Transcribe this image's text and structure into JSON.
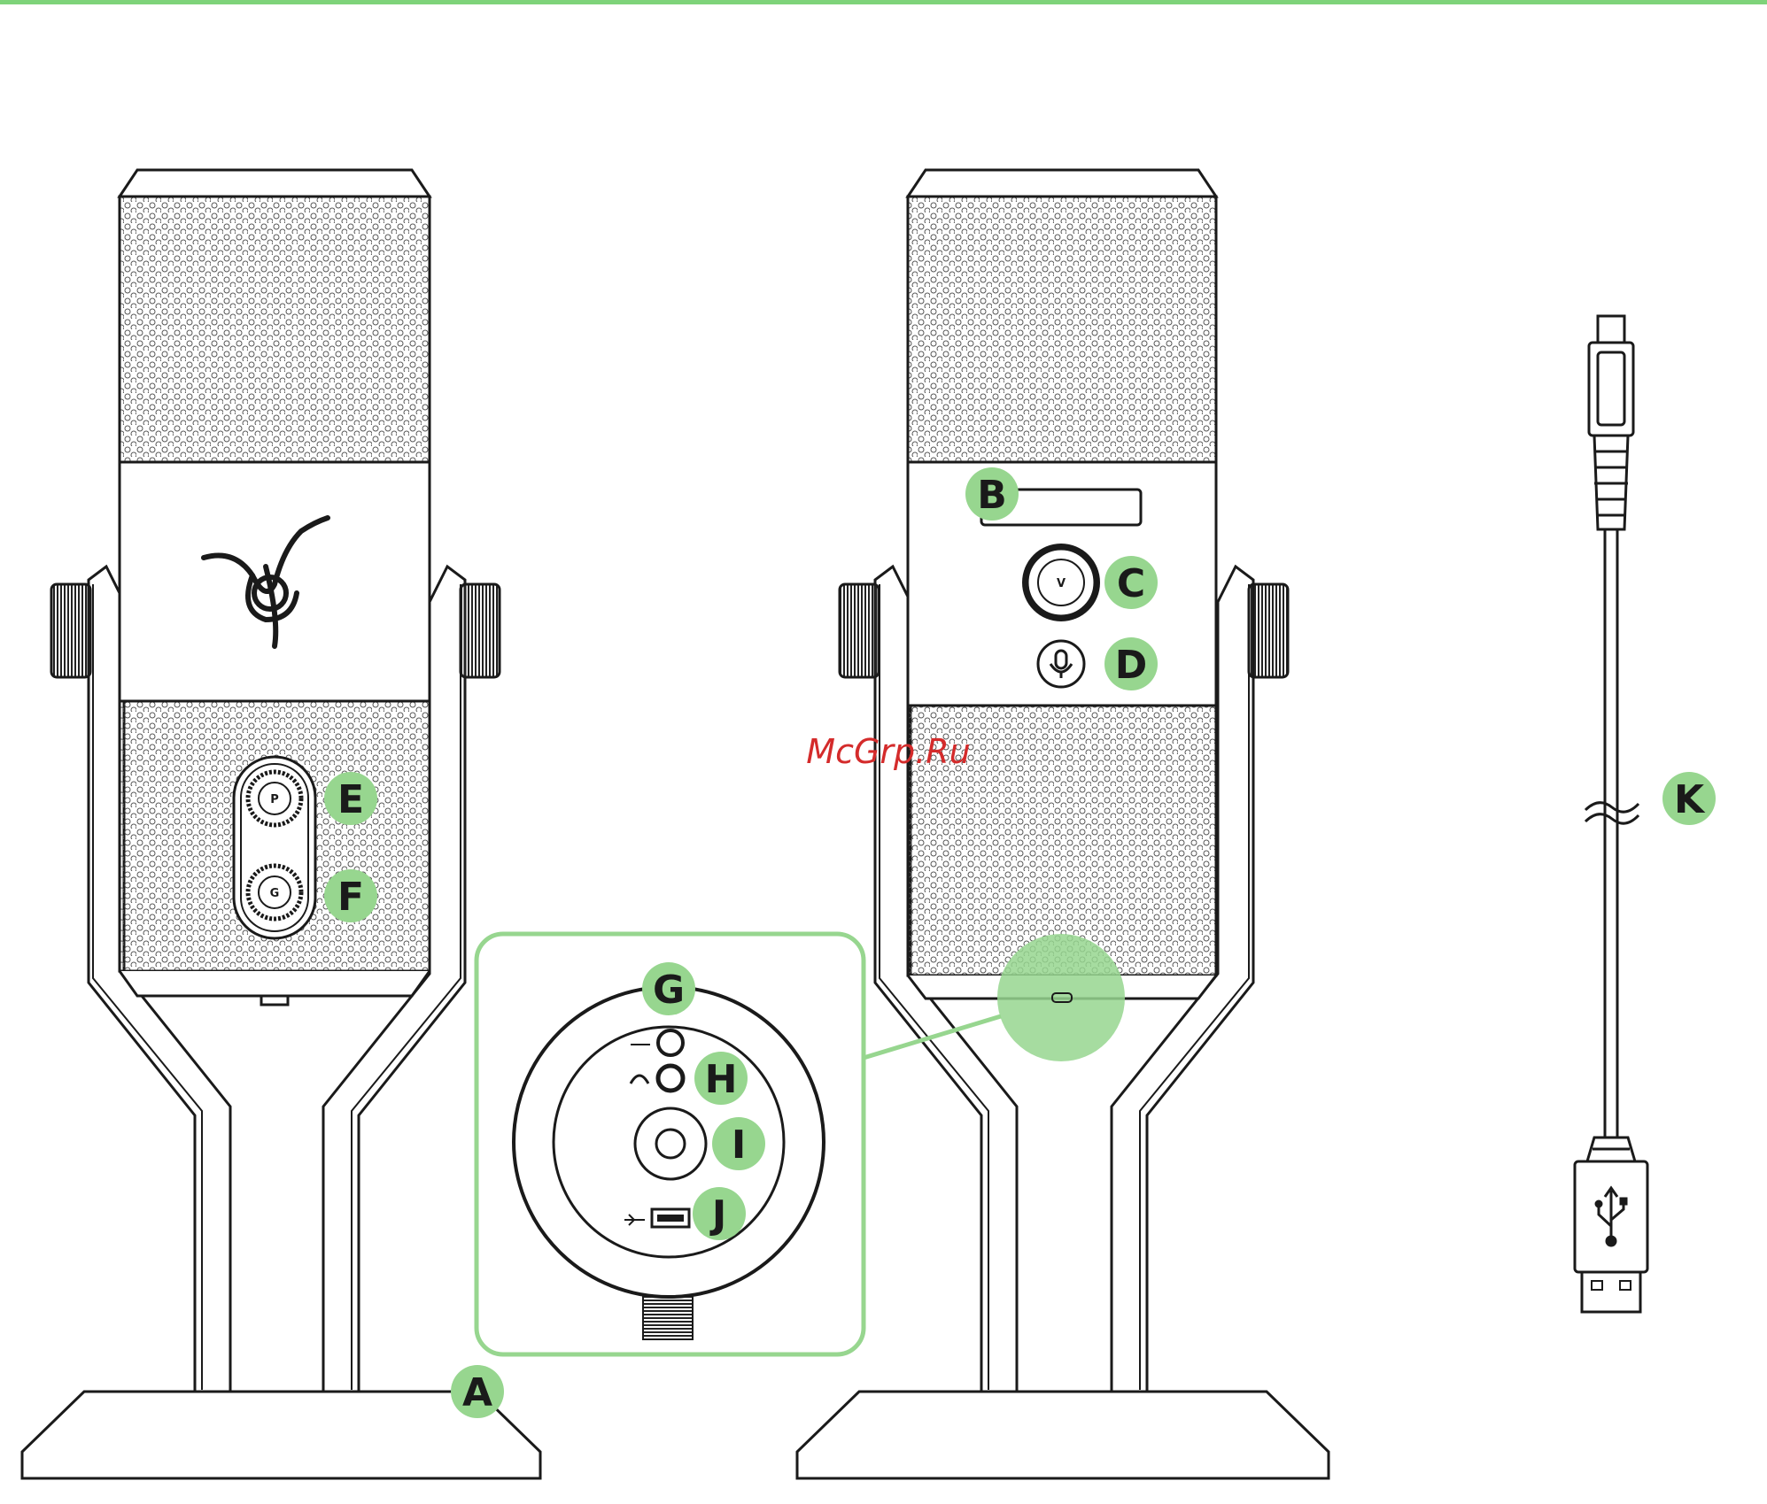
{
  "colors": {
    "accent": "#7ed37a",
    "callout_fill": "#97d68f",
    "outline": "#1a1a1a",
    "watermark": "#d42b2b"
  },
  "callouts": {
    "a": "A",
    "b": "B",
    "c": "C",
    "d": "D",
    "e": "E",
    "f": "F",
    "g": "G",
    "h": "H",
    "i": "I",
    "j": "J",
    "k": "K"
  },
  "buttons": {
    "p_label": "P",
    "g_label": "G",
    "v_label": "V"
  },
  "watermark": "McGrp.Ru",
  "icons": [
    "razer-logo-icon",
    "microphone-icon",
    "headphone-icon",
    "mini-usb-icon",
    "usb-icon"
  ]
}
